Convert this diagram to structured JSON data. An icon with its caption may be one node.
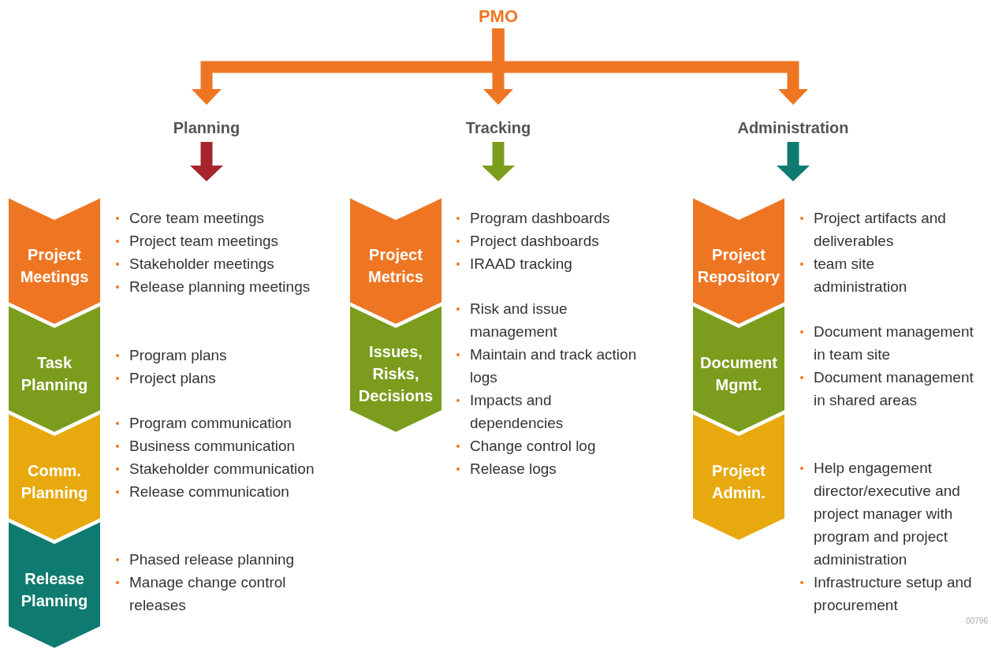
{
  "diagram": {
    "nodes": [
      {
        "text": [
          "PMO"
        ]
      },
      {
        "text": [
          "Planning"
        ]
      },
      {
        "text": [
          "Tracking"
        ]
      },
      {
        "text": [
          "Administration"
        ]
      },
      {
        "text": [
          "Project Meetings"
        ],
        "beside": [
          "Core team meetings",
          "Project team meetings",
          "Stakeholder meetings",
          "Release planning meetings"
        ]
      },
      {
        "text": [
          "Task Planning"
        ],
        "beside": [
          "Program plans",
          "Project plans"
        ]
      },
      {
        "text": [
          "Comm. Planning"
        ],
        "beside": [
          "Program communication",
          "Business communication",
          "Stakeholder communication",
          "Release communication"
        ]
      },
      {
        "text": [
          "Release Planning"
        ],
        "beside": [
          "Phased release planning",
          "Manage change control releases"
        ]
      },
      {
        "text": [
          "Project Metrics"
        ],
        "beside": [
          "Program dashboards",
          "Project dashboards",
          "IRAAD tracking"
        ]
      },
      {
        "text": [
          "Issues, Risks, Decisions"
        ],
        "beside": [
          "Risk and issue management",
          "Maintain and track action logs",
          "Impacts and dependencies",
          "Change control log",
          "Release logs"
        ]
      },
      {
        "text": [
          "Project Repository"
        ],
        "beside": [
          "Project artifacts and deliverables",
          "team site administration"
        ]
      },
      {
        "text": [
          "Document Mgmt."
        ],
        "beside": [
          "Document management in team site",
          "Document management in shared areas"
        ]
      },
      {
        "text": [
          "Project Admin."
        ],
        "beside": [
          "Help engagement director/executive and project manager with program and project administration",
          "Infrastructure setup and procurement"
        ]
      }
    ],
    "edges": [
      {
        "from": 0,
        "to": 1,
        "arrow": "to"
      },
      {
        "from": 0,
        "to": 2,
        "arrow": "to"
      },
      {
        "from": 0,
        "to": 3,
        "arrow": "to"
      },
      {
        "from": 1,
        "to": 4,
        "arrow": "to",
        "color": "#a5252d"
      },
      {
        "from": 2,
        "to": 8,
        "arrow": "to",
        "color": "#7b9c1d"
      },
      {
        "from": 3,
        "to": 10,
        "arrow": "to",
        "color": "#0f7b70"
      }
    ],
    "labels": [
      "00796"
    ]
  }
}
